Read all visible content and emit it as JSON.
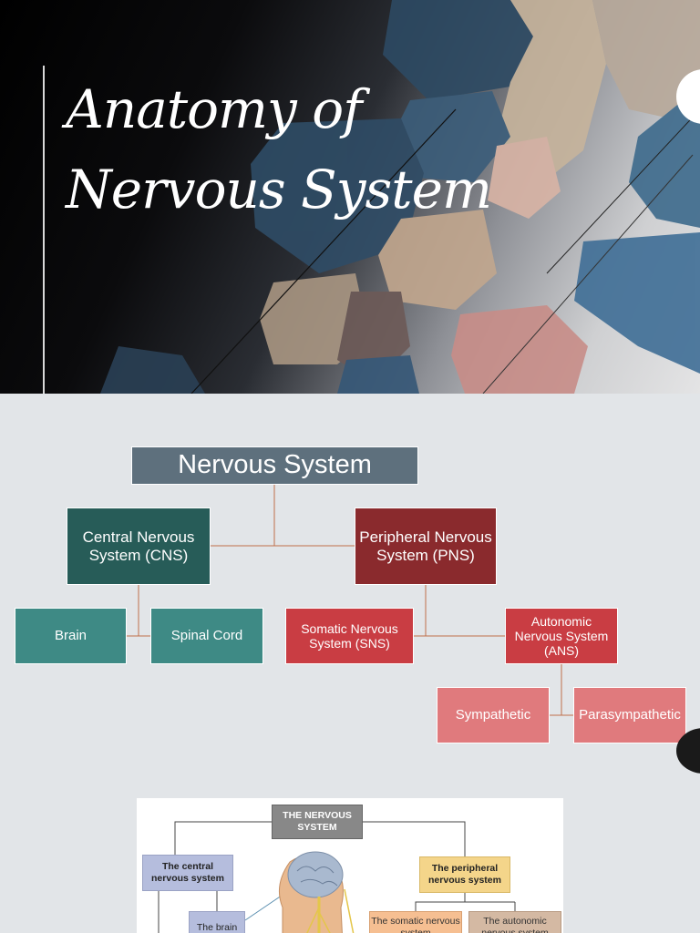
{
  "title_slide": {
    "line1": "Anatomy of",
    "line2": "Nervous System"
  },
  "hierarchy": {
    "root": "Nervous System",
    "cns": "Central Nervous System (CNS)",
    "pns": "Peripheral Nervous System (PNS)",
    "brain": "Brain",
    "spinal_cord": "Spinal Cord",
    "sns": "Somatic Nervous System (SNS)",
    "ans": "Autonomic Nervous System (ANS)",
    "sympathetic": "Sympathetic",
    "parasympathetic": "Parasympathetic"
  },
  "figure": {
    "root": "THE NERVOUS SYSTEM",
    "central": "The central nervous system",
    "peripheral": "The peripheral nervous system",
    "brain": "The brain",
    "somatic": "The somatic nervous system",
    "autonomic": "The autonomic nervous system"
  },
  "colors": {
    "root": "#5e707d",
    "cns": "#275c58",
    "cns_children": "#3e8a85",
    "pns": "#8a2a2d",
    "pns_children": "#c93d43",
    "ans_children": "#e07a7d",
    "connector": "#c0704a"
  }
}
